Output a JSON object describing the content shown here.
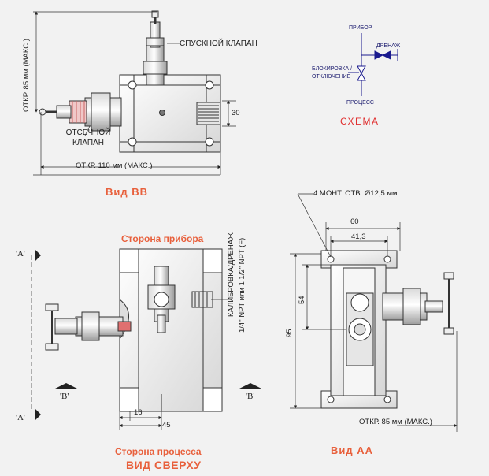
{
  "view_bb": {
    "title": "Вид ВВ",
    "drain_valve": "СПУСКНОЙ КЛАПАН",
    "block_valve_line1": "ОТСЕЧНОЙ",
    "block_valve_line2": "КЛАПАН",
    "open_height": "ОТКР. 85 мм (МАКС.)",
    "open_width": "ОТКР. 110 мм (МАКС.)",
    "dim_30": "30"
  },
  "schema": {
    "title": "СХЕМА",
    "instrument": "ПРИБОР",
    "drain": "ДРЕНАЖ",
    "block_line1": "БЛОКИРОВКА /",
    "block_line2": "ОТКЛЮЧЕНИЕ",
    "process": "ПРОЦЕСС"
  },
  "top_view": {
    "title": "ВИД СВЕРХУ",
    "instrument_side": "Сторона прибора",
    "process_side": "Сторона процесса",
    "calib_line1": "КАЛИБРОВКА/ДРЕНАЖ",
    "calib_line2": "1/4\" NPT или 1 1/2\" NPT (F)",
    "section_a_top": "'A'",
    "section_a_bottom": "'A'",
    "section_b_left": "'B'",
    "section_b_right": "'B'",
    "dim_16": "16",
    "dim_45": "45"
  },
  "view_aa": {
    "title": "Вид АА",
    "mount_holes": "4 МОНТ. ОТВ. Ø12,5 мм",
    "dim_60": "60",
    "dim_41": "41,3",
    "dim_54": "54",
    "dim_95": "95",
    "open_width": "ОТКР. 85 мм (МАКС.)"
  },
  "colors": {
    "accent_orange": "#e8603c",
    "schema_red": "#e03030",
    "schema_blue": "#1a1a8e",
    "valve_seat": "#e07070"
  }
}
